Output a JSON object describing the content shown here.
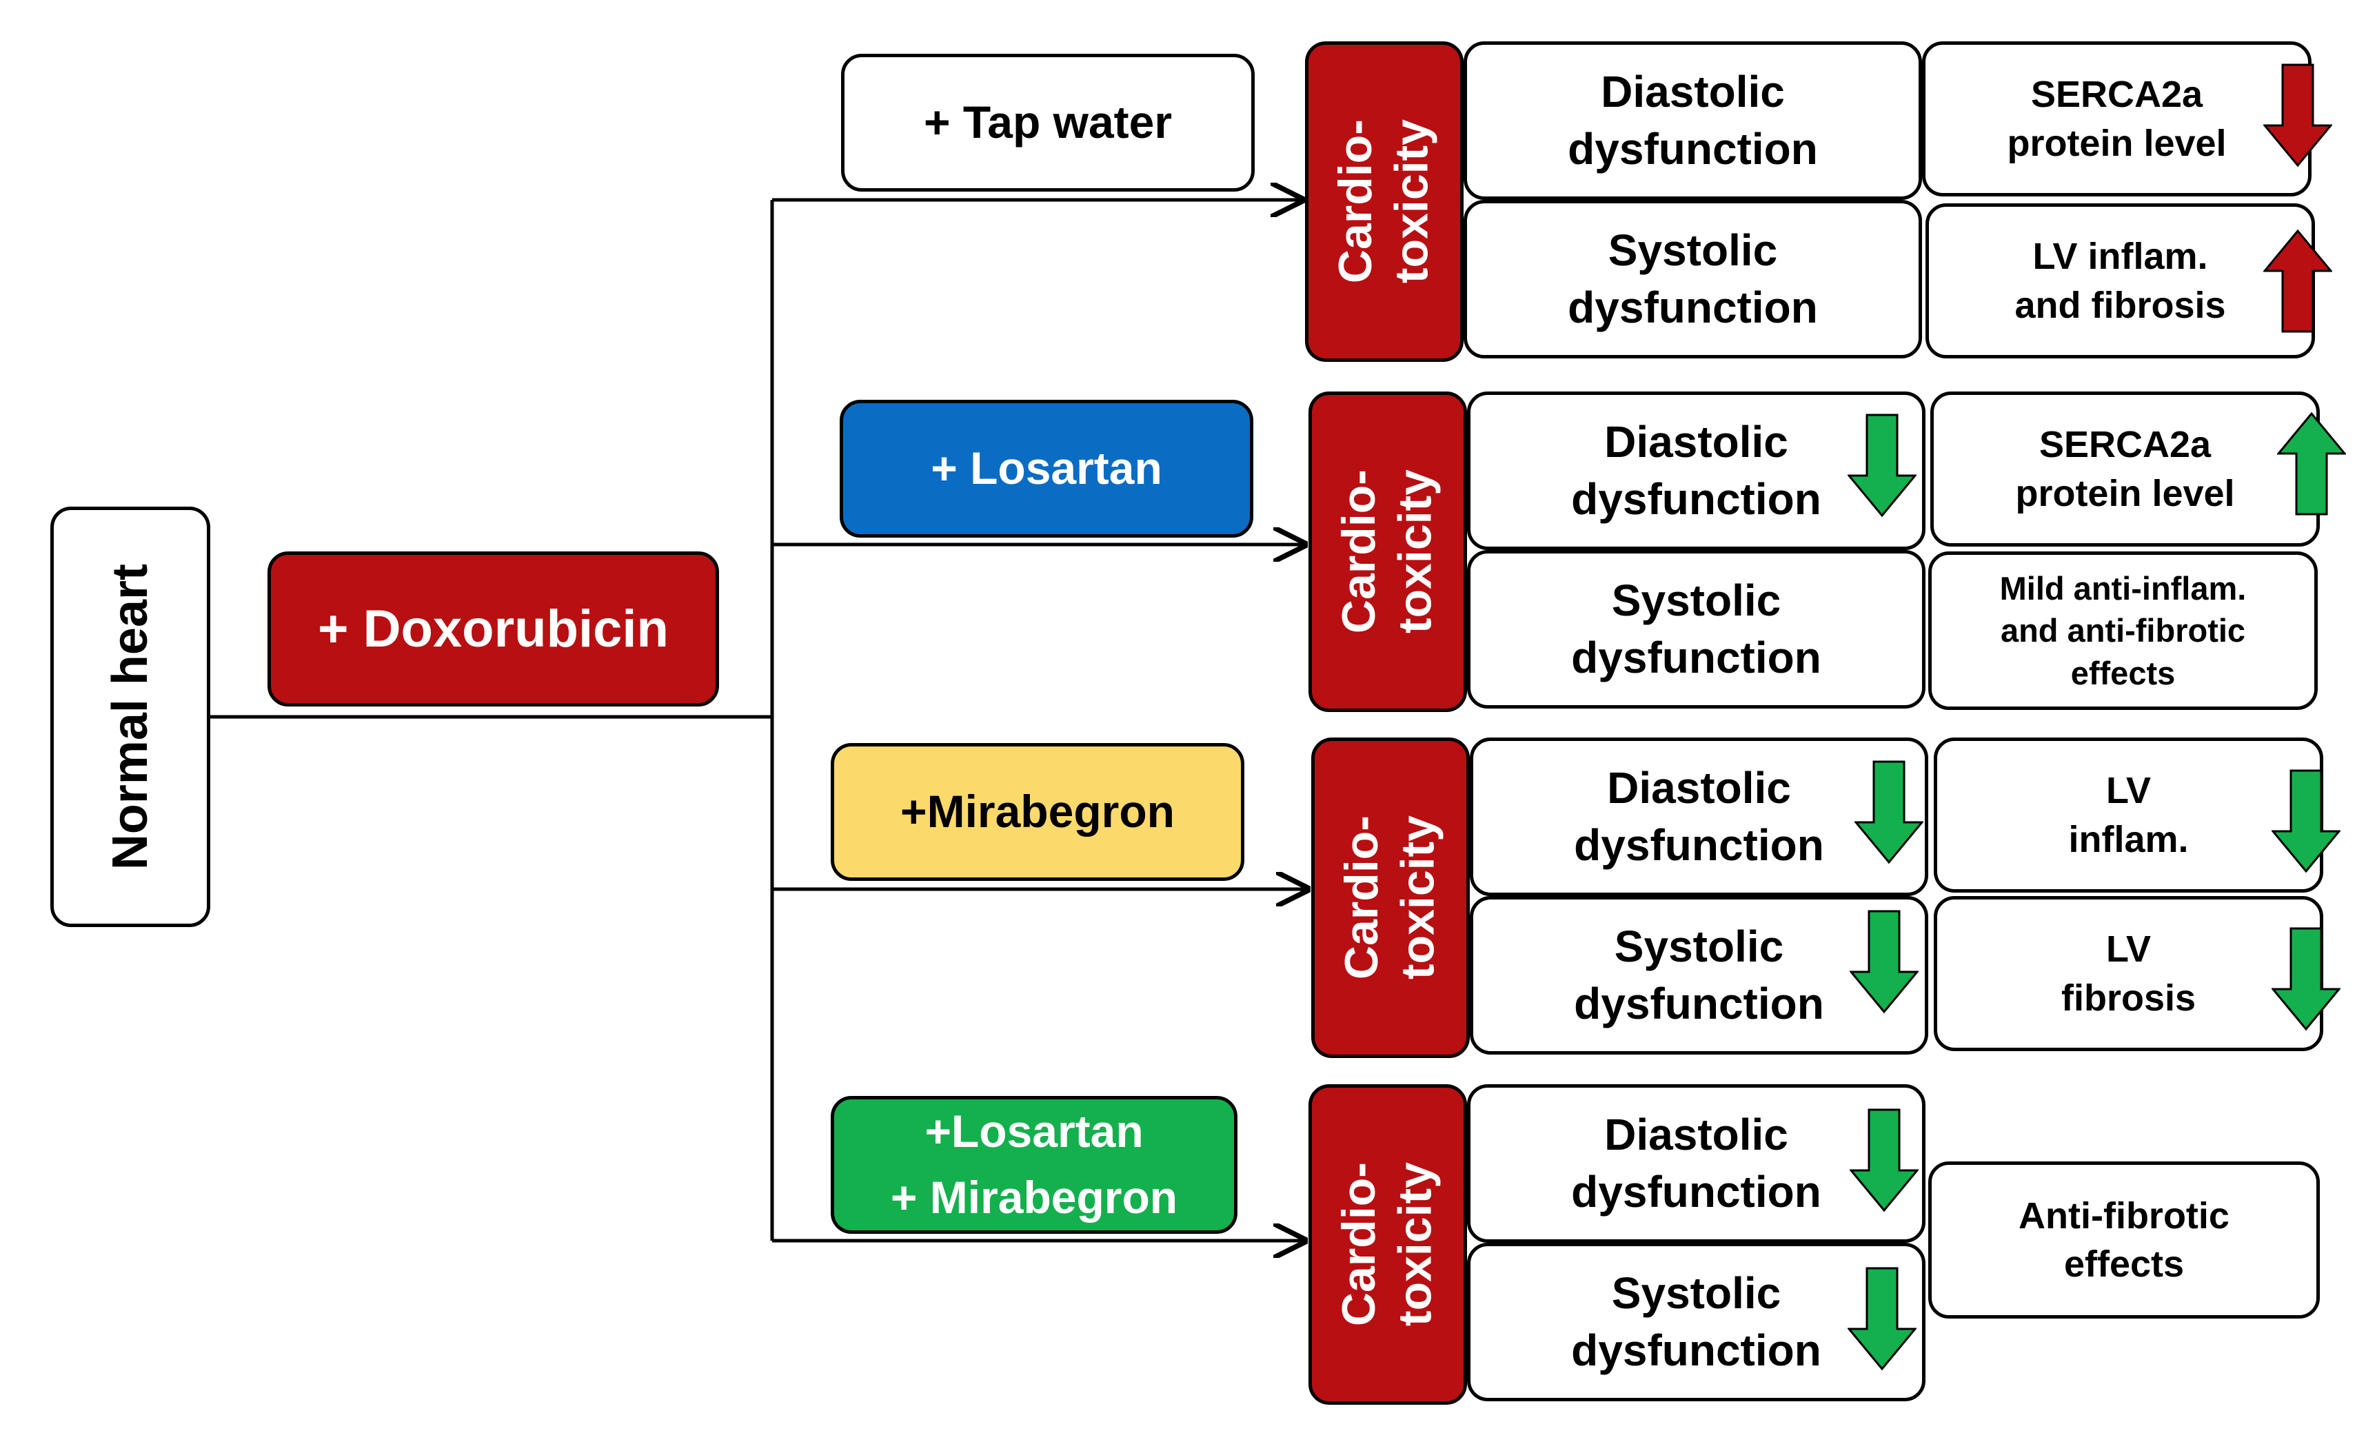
{
  "colors": {
    "doxorubicin": "#b80f12",
    "losartan": "#0b6cc4",
    "mirabegron": "#fcd96b",
    "combination": "#13b04d",
    "arrow_up_red": "#b80f12",
    "arrow_down_red": "#b80f12",
    "arrow_green": "#13b04d"
  },
  "start": {
    "label": "Normal heart"
  },
  "doxorubicin": {
    "label": "+ Doxorubicin"
  },
  "groups": [
    {
      "treatment": "+ Tap water",
      "outcome": "Cardio-\ntoxicity",
      "function": [
        {
          "label": "Diastolic\ndysfunction",
          "arrow": "none"
        },
        {
          "label": "Systolic\ndysfunction",
          "arrow": "none"
        }
      ],
      "markers": [
        {
          "label": "SERCA2a\nprotein level",
          "arrow": "down-red-icon"
        },
        {
          "label": "LV inflam.\nand fibrosis",
          "arrow": "up-red-icon"
        }
      ]
    },
    {
      "treatment": "+ Losartan",
      "outcome": "Cardio-\ntoxicity",
      "function": [
        {
          "label": "Diastolic\ndysfunction",
          "arrow": "down-green-icon"
        },
        {
          "label": "Systolic\ndysfunction",
          "arrow": "none"
        }
      ],
      "markers": [
        {
          "label": "SERCA2a\nprotein level",
          "arrow": "up-green-icon"
        },
        {
          "label": "Mild anti-inflam.\nand anti-fibrotic\neffects",
          "arrow": "none"
        }
      ]
    },
    {
      "treatment": "+Mirabegron",
      "outcome": "Cardio-\ntoxicity",
      "function": [
        {
          "label": "Diastolic\ndysfunction",
          "arrow": "down-green-icon"
        },
        {
          "label": "Systolic\ndysfunction",
          "arrow": "down-green-icon"
        }
      ],
      "markers": [
        {
          "label": "LV\ninflam.",
          "arrow": "down-green-icon"
        },
        {
          "label": "LV\nfibrosis",
          "arrow": "down-green-icon"
        }
      ]
    },
    {
      "treatment": "+Losartan\n+ Mirabegron",
      "outcome": "Cardio-\ntoxicity",
      "function": [
        {
          "label": "Diastolic\ndysfunction",
          "arrow": "down-green-icon"
        },
        {
          "label": "Systolic\ndysfunction",
          "arrow": "down-green-icon"
        }
      ],
      "markers": [
        {
          "label": "Anti-fibrotic\neffects",
          "arrow": "none"
        }
      ]
    }
  ]
}
